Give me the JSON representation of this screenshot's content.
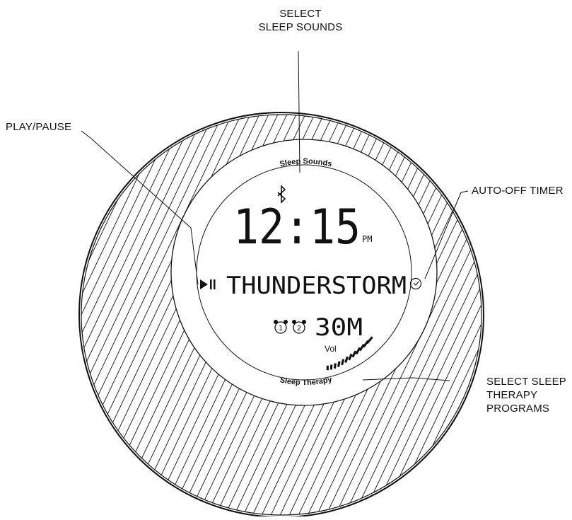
{
  "callouts": {
    "select_sleep_sounds": [
      "SELECT",
      "SLEEP SOUNDS"
    ],
    "play_pause": "PLAY/PAUSE",
    "auto_off_timer": "AUTO-OFF TIMER",
    "select_sleep_therapy": [
      "SELECT SLEEP",
      "THERAPY",
      "PROGRAMS"
    ]
  },
  "device": {
    "top_button_label": "Sleep Sounds",
    "bottom_button_label": "Sleep Therapy",
    "display": {
      "time": "12:15",
      "meridiem": "PM",
      "sound_name": "THUNDERSTORM",
      "timer": "30M",
      "volume_label": "Vol",
      "alarm_1": "1",
      "alarm_2": "2",
      "volume_level": 1.0,
      "volume_segments": 12
    },
    "icons": {
      "bluetooth": "bluetooth-icon",
      "play_pause": "play-pause-icon",
      "timer": "clock-icon",
      "alarm": "alarm-clock-icon"
    }
  }
}
